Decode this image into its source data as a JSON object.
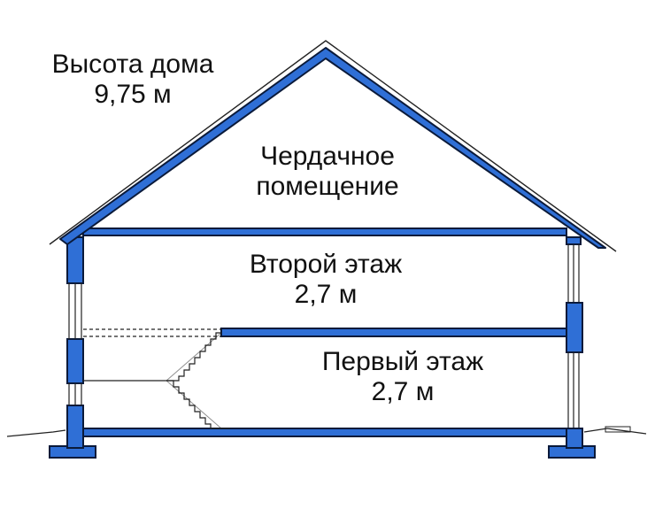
{
  "colors": {
    "structure_fill": "#2f6fd6",
    "structure_outline": "#0a1a3a",
    "line": "#222222",
    "background": "#ffffff"
  },
  "labels": {
    "house_height": {
      "line1": "Высота дома",
      "line2": "9,75 м"
    },
    "attic": {
      "line1": "Чердачное",
      "line2": "помещение"
    },
    "second_floor": {
      "line1": "Второй этаж",
      "line2": "2,7 м"
    },
    "first_floor": {
      "line1": "Первый этаж",
      "line2": "2,7 м"
    }
  }
}
